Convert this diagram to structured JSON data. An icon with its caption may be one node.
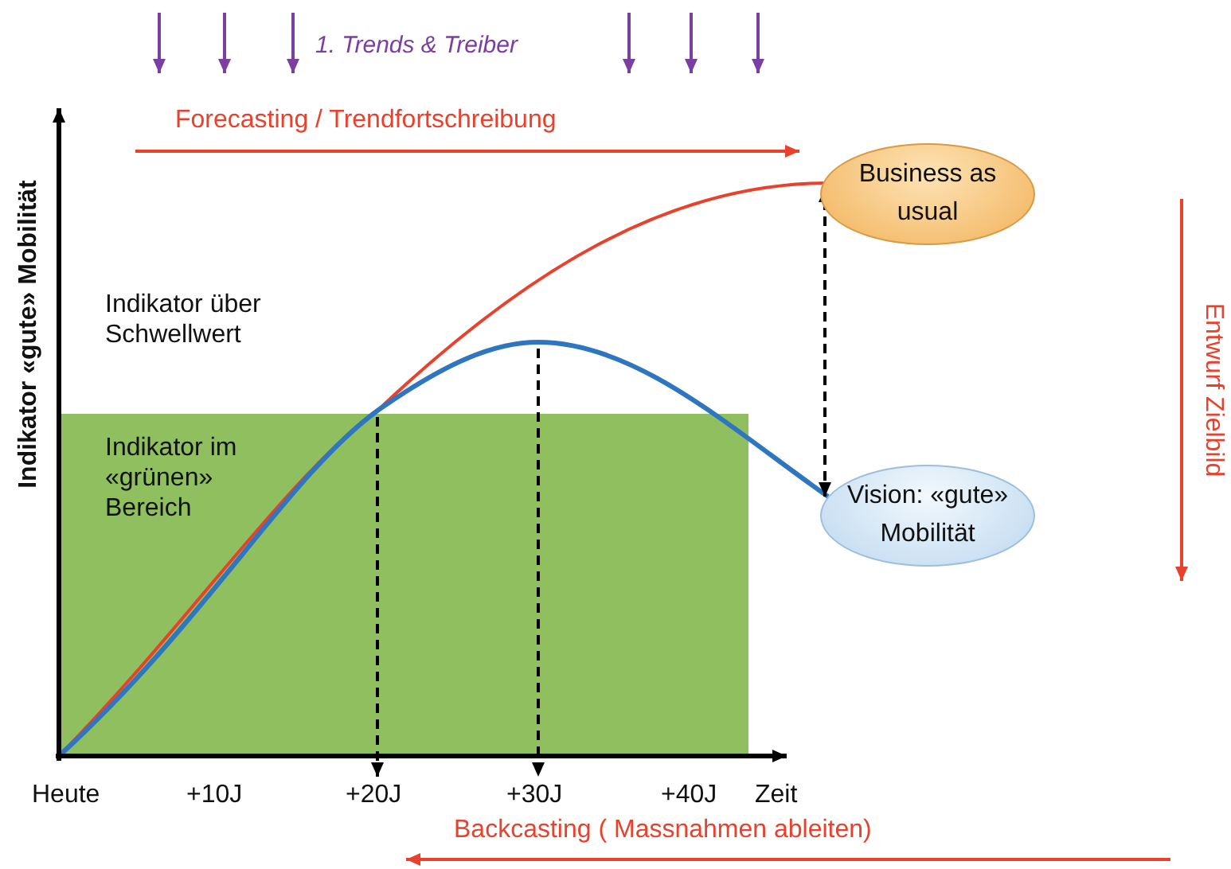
{
  "diagram": {
    "nodes": [
      {
        "text": [
          "Business as usual"
        ]
      },
      {
        "text": [
          "Vision: «gute» Mobilität"
        ]
      },
      {
        "text": [
          "+20J"
        ]
      },
      {
        "text": [
          "+30J"
        ]
      }
    ],
    "edges": [
      {
        "from": 1,
        "to": 0,
        "arrow": "both",
        "style": "dashed"
      },
      {
        "from": null,
        "to": 2,
        "arrow": "to",
        "style": "dashed"
      },
      {
        "from": null,
        "to": 3,
        "arrow": "to",
        "style": "dashed"
      }
    ],
    "labels": [
      "1. Trends & Treiber",
      "Forecasting / Trendfortschreibung",
      "Indikator «gute» Mobilität",
      "Entwurf Zielbild",
      "Indikator über Schwellwert",
      "Indikator im «grünen» Bereich",
      "Heute",
      "+10J",
      "+40J",
      "Zeit",
      "Backcasting ( Massnahmen ableiten)"
    ]
  }
}
